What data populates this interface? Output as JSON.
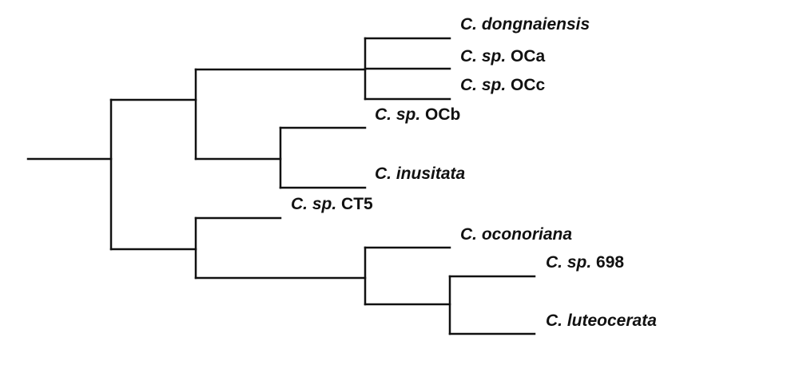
{
  "tree": {
    "line_color": "#111111",
    "taxa": [
      {
        "id": "dongnaiensis",
        "genus": "C.",
        "species": "dongnaiensis",
        "strain": ""
      },
      {
        "id": "oca",
        "genus": "C.",
        "species": "sp.",
        "strain": "OCa"
      },
      {
        "id": "occ",
        "genus": "C.",
        "species": "sp.",
        "strain": "OCc"
      },
      {
        "id": "ocb",
        "genus": "C.",
        "species": "sp.",
        "strain": "OCb"
      },
      {
        "id": "inusitata",
        "genus": "C.",
        "species": "inusitata",
        "strain": ""
      },
      {
        "id": "ct5",
        "genus": "C.",
        "species": "sp.",
        "strain": "CT5"
      },
      {
        "id": "oconoriana",
        "genus": "C.",
        "species": "oconoriana",
        "strain": ""
      },
      {
        "id": "sp698",
        "genus": "C.",
        "species": "sp.",
        "strain": "698"
      },
      {
        "id": "luteocerata",
        "genus": "C.",
        "species": "luteocerata",
        "strain": ""
      }
    ]
  }
}
